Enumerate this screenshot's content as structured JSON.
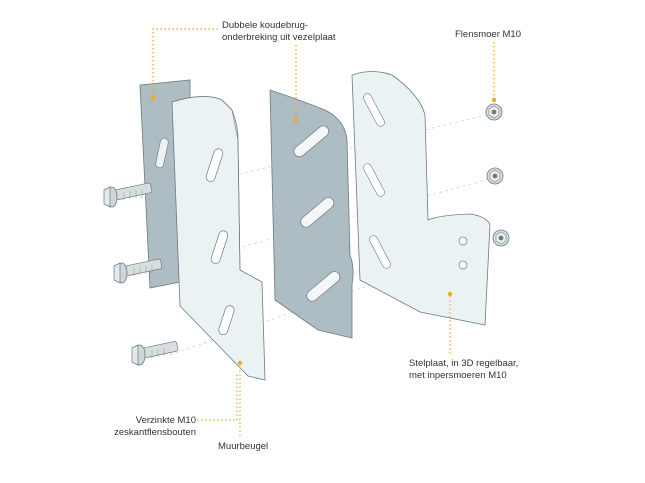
{
  "palette": {
    "accent": "#f2a81d",
    "plate_light": "#eaf2f4",
    "plate_grey": "#aebdc3",
    "outline": "#6c7a80",
    "hardware": "#d8dde0"
  },
  "labels": {
    "thermal_break": {
      "line1": "Dubbele koudebrug-",
      "line2": "onderbreking uit vezelplaat"
    },
    "flange_nut": {
      "line1": "Flensmoer M10"
    },
    "adjustment_plate": {
      "line1": "Stelplaat, in 3D regelbaar,",
      "line2": "met inpersmoeren M10"
    },
    "bolts": {
      "line1": "Verzinkte M10",
      "line2": "zeskantflensbouten"
    },
    "wall_bracket": {
      "line1": "Muurbeugel"
    }
  }
}
